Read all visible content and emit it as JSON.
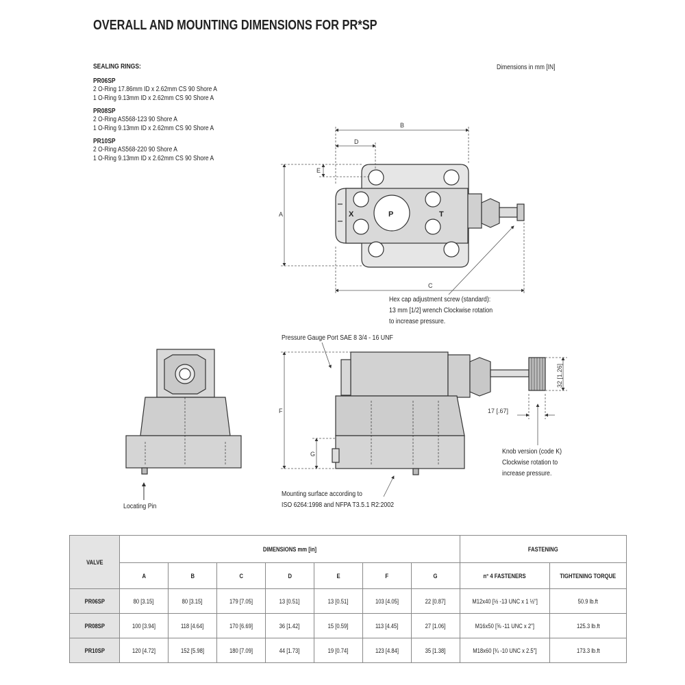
{
  "title": "OVERALL AND MOUNTING DIMENSIONS FOR PR*SP",
  "sealing": {
    "heading": "SEALING RINGS:",
    "groups": [
      {
        "name": "PR06SP",
        "lines": [
          "2 O-Ring 17.86mm ID x 2.62mm CS 90 Shore A",
          "1 O-Ring 9.13mm ID x 2.62mm CS 90 Shore A"
        ]
      },
      {
        "name": "PR08SP",
        "lines": [
          "2 O-Ring AS568-123 90 Shore A",
          "1 O-Ring 9.13mm ID x 2.62mm CS 90 Shore A"
        ]
      },
      {
        "name": "PR10SP",
        "lines": [
          "2 O-Ring AS568-220 90 Shore A",
          "1 O-Ring 9.13mm ID x 2.62mm CS 90 Shore A"
        ]
      }
    ]
  },
  "units_note": "Dimensions in mm [IN]",
  "drawing": {
    "dim_labels": {
      "A": "A",
      "B": "B",
      "C": "C",
      "D": "D",
      "E": "E",
      "F": "F",
      "G": "G"
    },
    "ports": {
      "X": "X",
      "P": "P",
      "T": "T"
    },
    "knob_dim_vertical": "32 [1.26]",
    "knob_dim_horizontal": "17 [.67]",
    "hex_note": [
      "Hex cap adjustment screw (standard):",
      "13 mm  [1/2] wrench Clockwise rotation",
      "to increase pressure."
    ],
    "gauge_note": "Pressure Gauge Port  SAE 8  3/4 - 16 UNF",
    "knob_note": [
      "Knob version (code K)",
      "Clockwise rotation to",
      "increase pressure."
    ],
    "mounting_note": [
      "Mounting surface according to",
      "ISO 6264:1998 and NFPA T3.5.1 R2:2002"
    ],
    "pin_note": "Locating Pin"
  },
  "table": {
    "valve_header": "VALVE",
    "dimensions_header": "DIMENSIONS mm [in]",
    "fastening_header": "FASTENING",
    "dim_columns": [
      "A",
      "B",
      "C",
      "D",
      "E",
      "F",
      "G"
    ],
    "fastener_column": "n° 4  FASTENERS",
    "torque_column": "TIGHTENING TORQUE",
    "rows": [
      {
        "valve": "PR06SP",
        "A": "80 [3.15]",
        "B": "80 [3.15]",
        "C": "179 [7.05]",
        "D": "13 [0.51]",
        "E": "13 [0.51]",
        "F": "103 [4.05]",
        "G": "22 [0.87]",
        "fasteners": "M12x40 [½ -13 UNC x 1 ½\"]",
        "torque": "50.9 lb.ft"
      },
      {
        "valve": "PR08SP",
        "A": "100 [3.94]",
        "B": "118 [4.64]",
        "C": "170 [6.69]",
        "D": "36 [1.42]",
        "E": "15 [0.59]",
        "F": "113 [4.45]",
        "G": "27 [1.06]",
        "fasteners": "M16x50 [⅝ -11 UNC x 2\"]",
        "torque": "125.3 lb.ft"
      },
      {
        "valve": "PR10SP",
        "A": "120 [4.72]",
        "B": "152 [5.98]",
        "C": "180 [7.09]",
        "D": "44 [1.73]",
        "E": "19 [0.74]",
        "F": "123 [4.84]",
        "G": "35 [1.38]",
        "fasteners": "M18x60 [¾ -10 UNC x 2.5\"]",
        "torque": "173.3 lb.ft"
      }
    ]
  }
}
